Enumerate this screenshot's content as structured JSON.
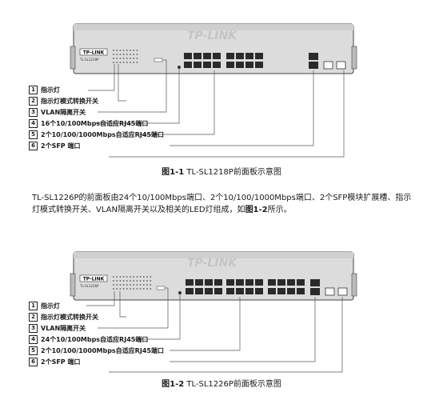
{
  "figure1": {
    "brand_watermark": "TP-LINK",
    "brand_badge": "TP-LINK",
    "model_text": "TL-SL1218P",
    "labels": [
      {
        "num": "1",
        "text": "指示灯"
      },
      {
        "num": "2",
        "text": "指示灯模式转换开关"
      },
      {
        "num": "3",
        "text": "VLAN隔离开关"
      },
      {
        "num": "4",
        "text": "16个10/100Mbps自适应RJ45端口"
      },
      {
        "num": "5",
        "text": "2个10/100/1000Mbps自适应RJ45端口"
      },
      {
        "num": "6",
        "text": "2个SFP 端口"
      }
    ],
    "caption_prefix": "图1-1",
    "caption_text": " TL-SL1218P前面板示意图"
  },
  "paragraph": {
    "text_a": "TL-SL1226P的前面板由24个10/100Mbps端口、2个10/100/1000Mbps端口、2个SFP模块扩展槽、指示灯模式转换开关、VLAN隔离开关以及相关的LED灯组成，如",
    "ref": "图1-2",
    "text_b": "所示。"
  },
  "figure2": {
    "brand_watermark": "TP-LINK",
    "brand_badge": "TP-LINK",
    "model_text": "TL-SL1226P",
    "labels": [
      {
        "num": "1",
        "text": "指示灯"
      },
      {
        "num": "2",
        "text": "指示灯模式转换开关"
      },
      {
        "num": "3",
        "text": "VLAN隔离开关"
      },
      {
        "num": "4",
        "text": "24个10/100Mbps自适应RJ45端口"
      },
      {
        "num": "5",
        "text": "2个10/100/1000Mbps自适应RJ45端口"
      },
      {
        "num": "6",
        "text": "2个SFP 端口"
      }
    ],
    "caption_prefix": "图1-2",
    "caption_text": " TL-SL1226P前面板示意图"
  },
  "colors": {
    "panel": "#dcdcdc",
    "panel_edge": "#444444",
    "port": "#2a2a2a",
    "watermark": "#c4c4c4"
  }
}
